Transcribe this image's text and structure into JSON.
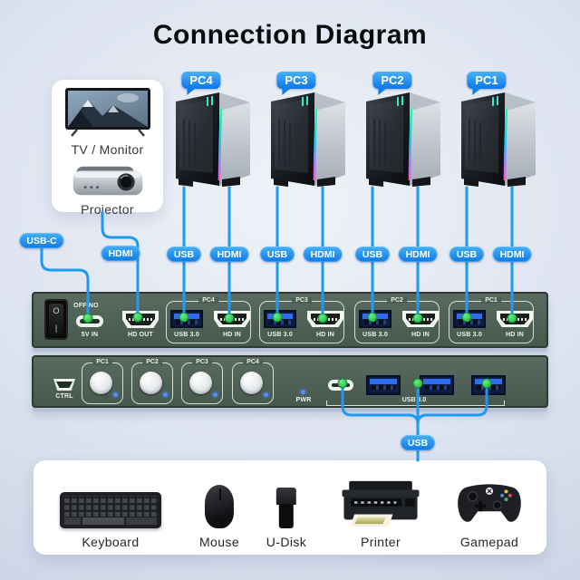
{
  "title": "Connection Diagram",
  "display_card": {
    "tv_label": "TV / Monitor",
    "projector_label": "Projector"
  },
  "pcs": [
    {
      "label": "PC4"
    },
    {
      "label": "PC3"
    },
    {
      "label": "PC2"
    },
    {
      "label": "PC1"
    }
  ],
  "cable_labels": {
    "usb_c": "USB-C",
    "hdmi_out": "HDMI",
    "pc_cables": [
      {
        "usb": "USB",
        "hdmi": "HDMI"
      },
      {
        "usb": "USB",
        "hdmi": "HDMI"
      },
      {
        "usb": "USB",
        "hdmi": "HDMI"
      },
      {
        "usb": "USB",
        "hdmi": "HDMI"
      }
    ],
    "usb_out": "USB"
  },
  "switch_front": {
    "power_switch_label": "OFF/NO",
    "power_switch_on_glyph": "O",
    "power_switch_off_glyph": "|",
    "power_in_label": "5V IN",
    "hd_out_label": "HD OUT",
    "groups": [
      {
        "name": "PC4",
        "usb_label": "USB 3.0",
        "hdmi_label": "HD IN"
      },
      {
        "name": "PC3",
        "usb_label": "USB 3.0",
        "hdmi_label": "HD IN"
      },
      {
        "name": "PC2",
        "usb_label": "USB 3.0",
        "hdmi_label": "HD IN"
      },
      {
        "name": "PC1",
        "usb_label": "USB 3.0",
        "hdmi_label": "HD IN"
      }
    ]
  },
  "switch_rear": {
    "ctrl_label": "CTRL",
    "buttons": [
      {
        "name": "PC1"
      },
      {
        "name": "PC2"
      },
      {
        "name": "PC3"
      },
      {
        "name": "PC4"
      }
    ],
    "pwr_label": "PWR",
    "hub_label": "USB 3.0"
  },
  "peripherals": [
    {
      "label": "Keyboard"
    },
    {
      "label": "Mouse"
    },
    {
      "label": "U-Disk"
    },
    {
      "label": "Printer"
    },
    {
      "label": "Gamepad"
    }
  ],
  "colors": {
    "cable": "#1e9af0",
    "panel": "#4d5f54",
    "connector_dot": "#2fd355",
    "pill": "#1383e8"
  }
}
